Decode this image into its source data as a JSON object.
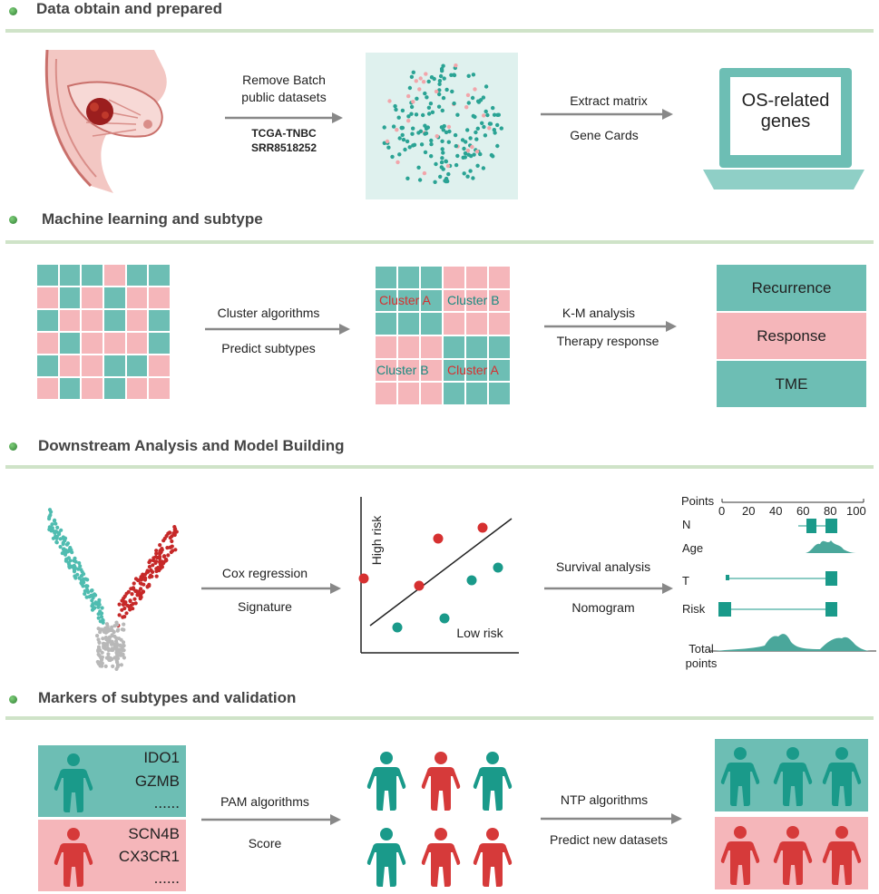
{
  "sections": [
    {
      "title": "Data obtain and prepared"
    },
    {
      "title": "Machine learning and subtype"
    },
    {
      "title": "Downstream Analysis and Model Building"
    },
    {
      "title": "Markers of subtypes and validation"
    }
  ],
  "s1": {
    "arrow1_top1": "Remove Batch",
    "arrow1_top2": "public datasets",
    "arrow1_bottom1": "TCGA-TNBC",
    "arrow1_bottom2": "SRR8518252",
    "arrow2_top": "Extract matrix",
    "arrow2_bottom": "Gene Cards",
    "laptop_line1": "OS-related",
    "laptop_line2": "genes"
  },
  "s2": {
    "arrow1_top": "Cluster algorithms",
    "arrow1_bottom": "Predict subtypes",
    "cluster_tl": "Cluster A",
    "cluster_tr": "Cluster B",
    "cluster_bl": "Cluster B",
    "cluster_br": "Cluster A",
    "arrow2_top": "K-M analysis",
    "arrow2_bottom": "Therapy response",
    "out1": "Recurrence",
    "out2": "Response",
    "out3": "TME"
  },
  "s3": {
    "arrow1_top": "Cox regression",
    "arrow1_bottom": "Signature",
    "scatter_high": "High risk",
    "scatter_low": "Low risk",
    "arrow2_top": "Survival analysis",
    "arrow2_bottom": "Nomogram",
    "nomo_points": "Points",
    "nomo_ticks": [
      "0",
      "20",
      "40",
      "60",
      "80",
      "100"
    ],
    "nomo_n": "N",
    "nomo_age": "Age",
    "nomo_t": "T",
    "nomo_risk": "Risk",
    "nomo_total1": "Total",
    "nomo_total2": "points"
  },
  "s4": {
    "green_m1": "IDO1",
    "green_m2": "GZMB",
    "green_m3": "......",
    "red_m1": "SCN4B",
    "red_m2": "CX3CR1",
    "red_m3": "......",
    "arrow1_top": "PAM algorithms",
    "arrow1_bottom": "Score",
    "arrow2_top": "NTP algorithms",
    "arrow2_bottom": "Predict new datasets"
  },
  "colors": {
    "teal": "#6dbeb4",
    "pink": "#f5b6ba",
    "red_person": "#d63a3a",
    "teal_person": "#1a9a8a",
    "rule": "#cfe3c8"
  }
}
